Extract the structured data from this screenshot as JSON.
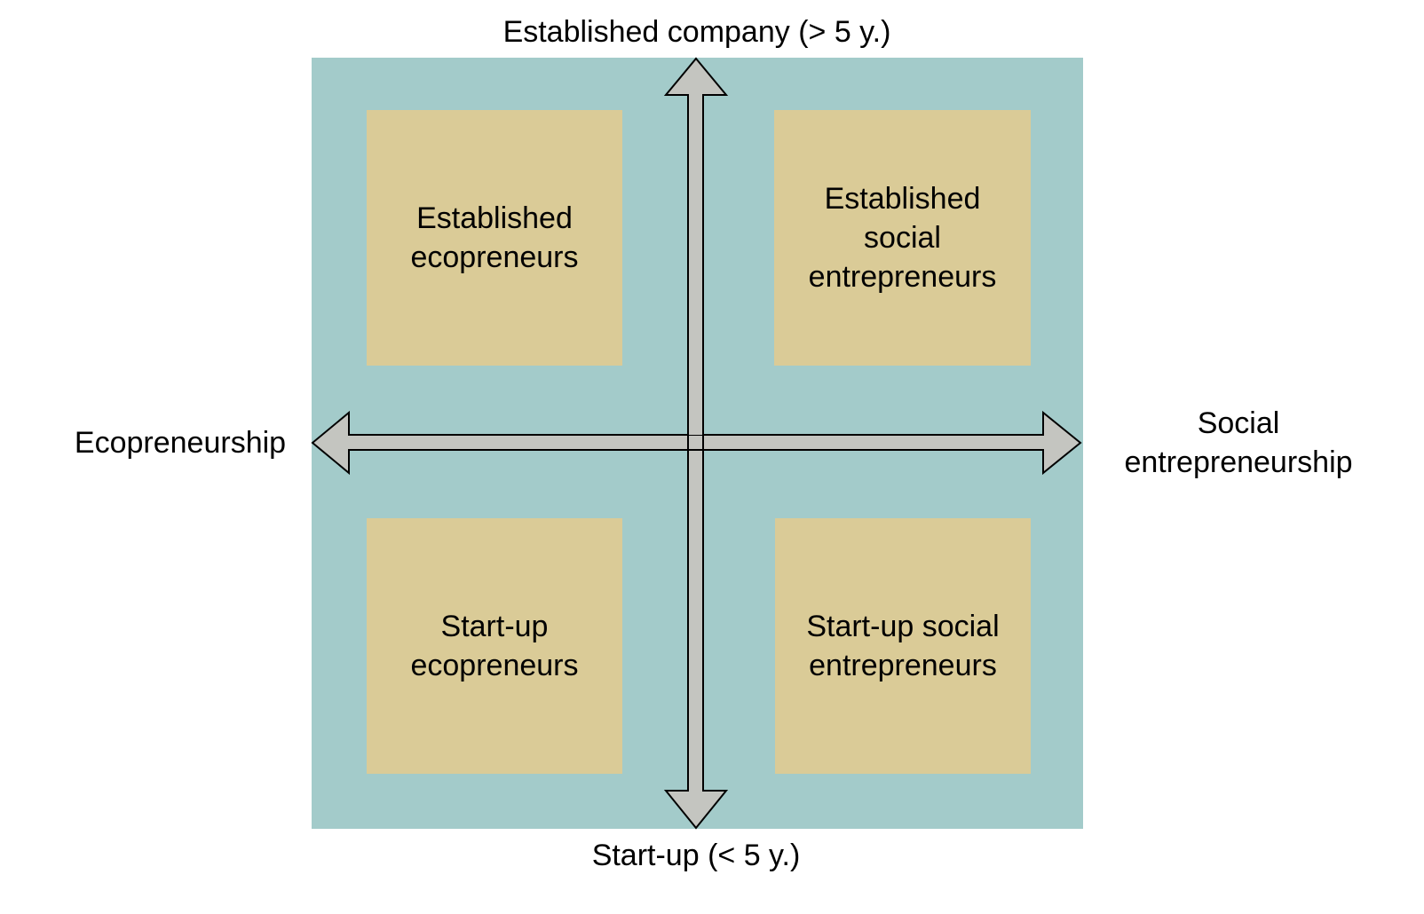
{
  "axes": {
    "top": "Established company (> 5 y.)",
    "bottom": "Start-up (< 5 y.)",
    "left": "Ecopreneurship",
    "right": "Social\nentrepreneurship"
  },
  "quadrants": {
    "top_left": "Established\necopreneurs",
    "top_right": "Established\nsocial\nentrepreneurs",
    "bottom_left": "Start-up\necopreneurs",
    "bottom_right": "Start-up social\nentrepreneurs"
  },
  "colors": {
    "panel": "#a3cbca",
    "box": "#dacb97",
    "arrow_fill": "#c4c5c0",
    "arrow_stroke": "#000000",
    "text": "#000000"
  }
}
